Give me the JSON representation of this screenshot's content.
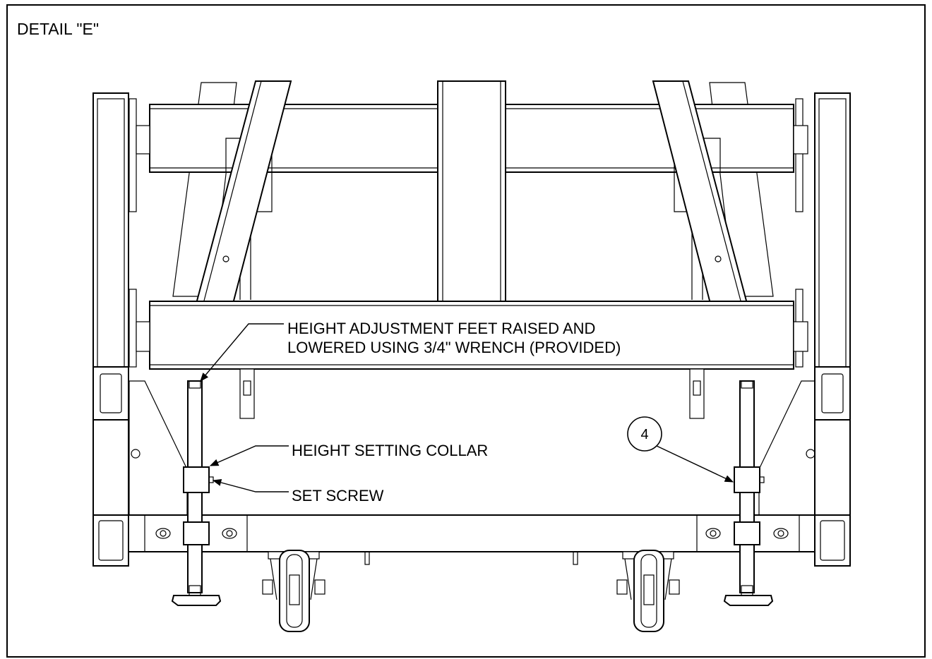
{
  "detail_title": "DETAIL \"E\"",
  "callouts": {
    "height_adjustment_line1": "HEIGHT ADJUSTMENT FEET RAISED AND",
    "height_adjustment_line2": "LOWERED USING 3/4\" WRENCH (PROVIDED)",
    "height_setting_collar": "HEIGHT SETTING COLLAR",
    "set_screw": "SET SCREW"
  },
  "balloon_number": "4"
}
